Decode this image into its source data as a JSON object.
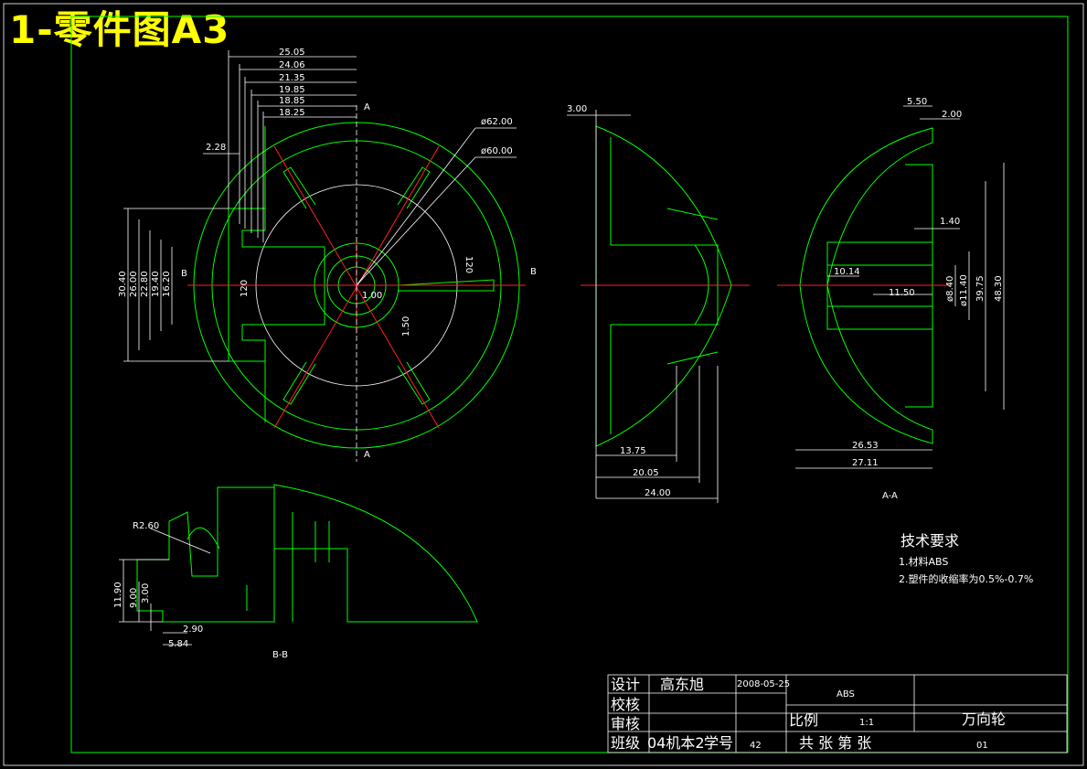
{
  "sheet_title": "1-零件图A3",
  "front_view": {
    "dims_top": [
      "25.05",
      "24.06",
      "21.35",
      "19.85",
      "18.85",
      "18.25"
    ],
    "dim_left_small": "2.28",
    "dims_vertical": [
      "30.40",
      "26.00",
      "22.80",
      "19.40",
      "16.20"
    ],
    "dia_outer": "ø62.00",
    "dia_inner": "ø60.00",
    "angle_left": "120",
    "angle_right": "120",
    "dim_center": "1.00",
    "dim_rib": "1.50",
    "section_a": "A",
    "section_b": "B"
  },
  "side_view": {
    "dim_top": "3.00",
    "dims_bottom": [
      "13.75",
      "20.05",
      "24.00"
    ]
  },
  "section_aa": {
    "dims_top": [
      "5.50",
      "2.00"
    ],
    "dim_small": "1.40",
    "dim_bore": "10.14",
    "dim_depth": "11.50",
    "dims_vertical": [
      "ø8.40",
      "ø11.40",
      "39.75",
      "48.30"
    ],
    "dims_bottom": [
      "26.53",
      "27.11"
    ],
    "label": "A-A"
  },
  "section_bb": {
    "radius": "R2.60",
    "dims_vertical": [
      "11.90",
      "9.00",
      "3.00"
    ],
    "dims_bottom": [
      "2.90",
      "5.84"
    ],
    "label": "B-B"
  },
  "tech_requirements": {
    "heading": "技术要求",
    "items": [
      "1.材料ABS",
      "2.塑件的收缩率为0.5%-0.7%"
    ]
  },
  "title_block": {
    "design_label": "设计",
    "designer": "高东旭",
    "date": "2008-05-25",
    "check_label": "校核",
    "review_label": "审核",
    "class_label": "班级",
    "class_value": "04机本2",
    "student_no_label": "学号",
    "student_no": "42",
    "material": "ABS",
    "scale_label": "比例",
    "scale_value": "1:1",
    "part_name": "万向轮",
    "sheets_text": "共  张  第  张",
    "drawing_no": "01"
  }
}
